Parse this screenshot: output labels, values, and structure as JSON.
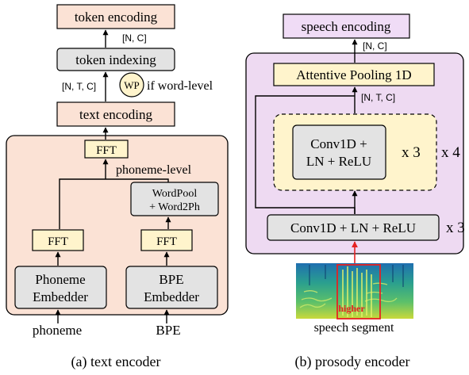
{
  "text_encoder": {
    "token_encoding": "token encoding",
    "dim_token_encoding": "[N, C]",
    "token_indexing": "token indexing",
    "dim_token_indexing": "[N, T, C]",
    "wp_badge": "WP",
    "wp_note": "if word-level",
    "text_encoding": "text encoding",
    "fft_top": "FFT",
    "phoneme_level": "phoneme-level",
    "wordpool_line1": "WordPool",
    "wordpool_line2": "+ Word2Ph",
    "fft_left": "FFT",
    "fft_right": "FFT",
    "phoneme_embedder_line1": "Phoneme",
    "phoneme_embedder_line2": "Embedder",
    "bpe_embedder_line1": "BPE",
    "bpe_embedder_line2": "Embedder",
    "input_phoneme": "phoneme",
    "input_bpe": "BPE",
    "caption": "(a)  text encoder"
  },
  "prosody_encoder": {
    "speech_encoding": "speech encoding",
    "dim_speech_encoding": "[N, C]",
    "attentive_pooling": "Attentive Pooling 1D",
    "dim_pooling": "[N, T, C]",
    "conv_block_line1": "Conv1D +",
    "conv_block_line2": "LN + ReLU",
    "inner_repeat": "x 3",
    "outer_repeat": "x 4",
    "conv_bottom": "Conv1D + LN + ReLU",
    "bottom_repeat": "x 3",
    "spectrogram_highlight": "higher",
    "input_speech": "speech segment",
    "caption": "(b)  prosody encoder"
  },
  "colors": {
    "salmon": "#fbe2d5",
    "salmon_dark": "#f7d4c1",
    "grey": "#e3e3e3",
    "yellow": "#fff4cc",
    "purple": "#eedaf2",
    "purple_box": "#f0dcf6",
    "highlight_red": "#e52222"
  }
}
